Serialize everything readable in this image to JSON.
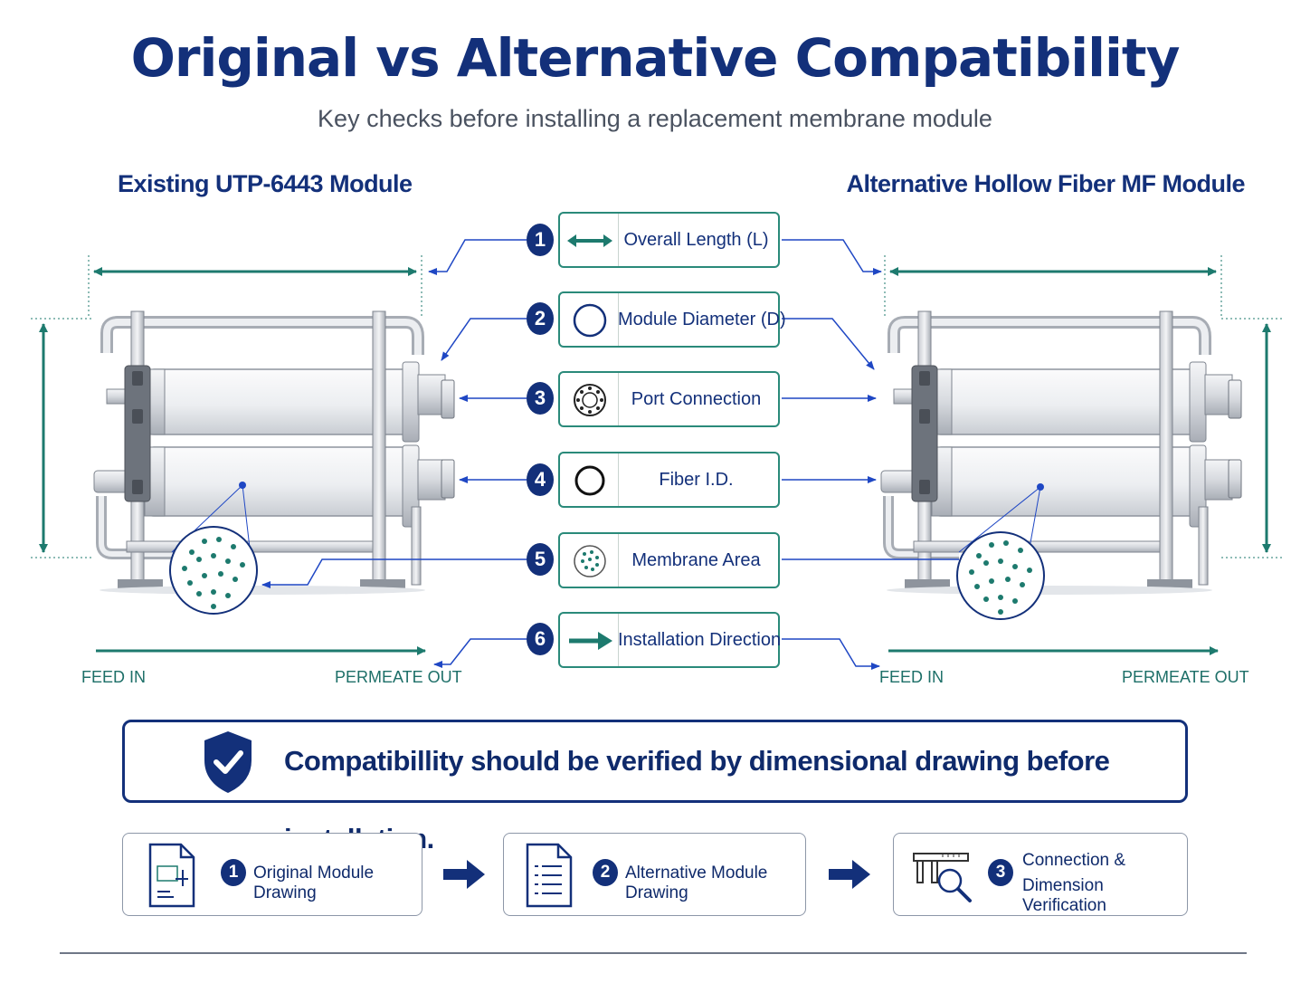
{
  "title": "Original vs Alternative Compatibility",
  "subtitle": "Key checks before installing a replacement membrane module",
  "modules": {
    "left": "Existing UTP-6443 Module",
    "right": "Alternative Hollow Fiber MF Module"
  },
  "checks": [
    {
      "num": "1",
      "label": "Overall Length (L)",
      "icon": "double-arrow-icon"
    },
    {
      "num": "2",
      "label": "Module Diameter (D)",
      "icon": "ring-icon"
    },
    {
      "num": "3",
      "label": "Port Connection",
      "icon": "flange-icon"
    },
    {
      "num": "4",
      "label": "Fiber I.D.",
      "icon": "fiber-ring-icon"
    },
    {
      "num": "5",
      "label": "Membrane Area",
      "icon": "dotted-circle-icon"
    },
    {
      "num": "6",
      "label": "Installation Direction",
      "icon": "arrow-right-icon"
    }
  ],
  "flow": {
    "left_in": "FEED IN",
    "left_out": "PERMEATE OUT",
    "right_in": "FEED IN",
    "right_out": "PERMEATE OUT"
  },
  "banner": "Compatibillity should be verified by dimensional drawing before installation.",
  "steps": [
    {
      "num": "1",
      "label": "Original Module Drawing"
    },
    {
      "num": "2",
      "label": "Alternative Module Drawing"
    },
    {
      "num": "3",
      "label_line1": "Connection &",
      "label_line2": "Dimension Verification"
    }
  ],
  "colors": {
    "navy": "#13307a",
    "teal": "#1d7a6e",
    "blue_line": "#1f47c4",
    "steel": "#b8bcc4"
  }
}
